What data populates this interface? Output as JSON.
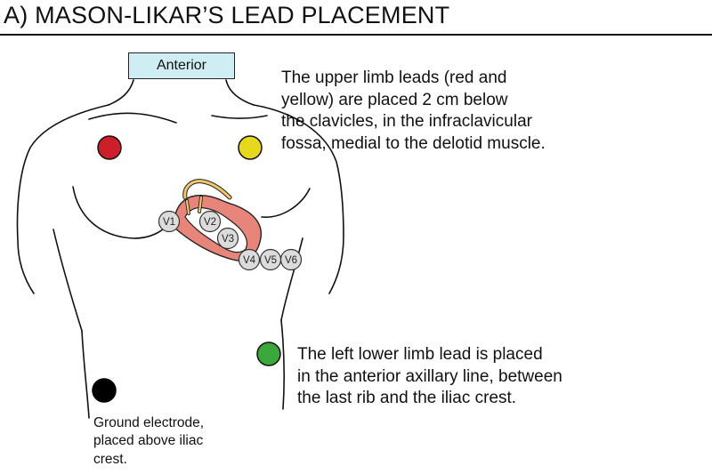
{
  "title": "A) MASON-LIKAR’S LEAD PLACEMENT",
  "view_tag": "Anterior",
  "notes": {
    "upper_limb": [
      "The upper limb leads (red and",
      "yellow) are placed 2 cm below",
      "the clavicles, in the infraclavicular",
      "fossa, medial to the delotid muscle."
    ],
    "lower_limb": [
      "The left lower limb lead is placed",
      "in the anterior axillary line, between",
      "the last rib and the iliac crest."
    ],
    "ground": [
      "Ground electrode,",
      "placed above iliac",
      "crest."
    ]
  },
  "electrodes": {
    "right_arm": {
      "name": "right-arm-electrode",
      "color": "#cc1f2a"
    },
    "left_arm": {
      "name": "left-arm-electrode",
      "color": "#e6d81c"
    },
    "left_leg": {
      "name": "left-leg-electrode",
      "color": "#3aa83a"
    },
    "ground": {
      "name": "ground-electrode",
      "color": "#000000"
    }
  },
  "precordial_leads": [
    {
      "label": "V1"
    },
    {
      "label": "V2"
    },
    {
      "label": "V3"
    },
    {
      "label": "V4"
    },
    {
      "label": "V5"
    },
    {
      "label": "V6"
    }
  ],
  "colors": {
    "lead_fill": "#dcdcdc",
    "heart_outer": "#e8857a",
    "heart_inner": "#f5c56b",
    "tag_fill": "#cfeef3",
    "line": "#111111"
  }
}
